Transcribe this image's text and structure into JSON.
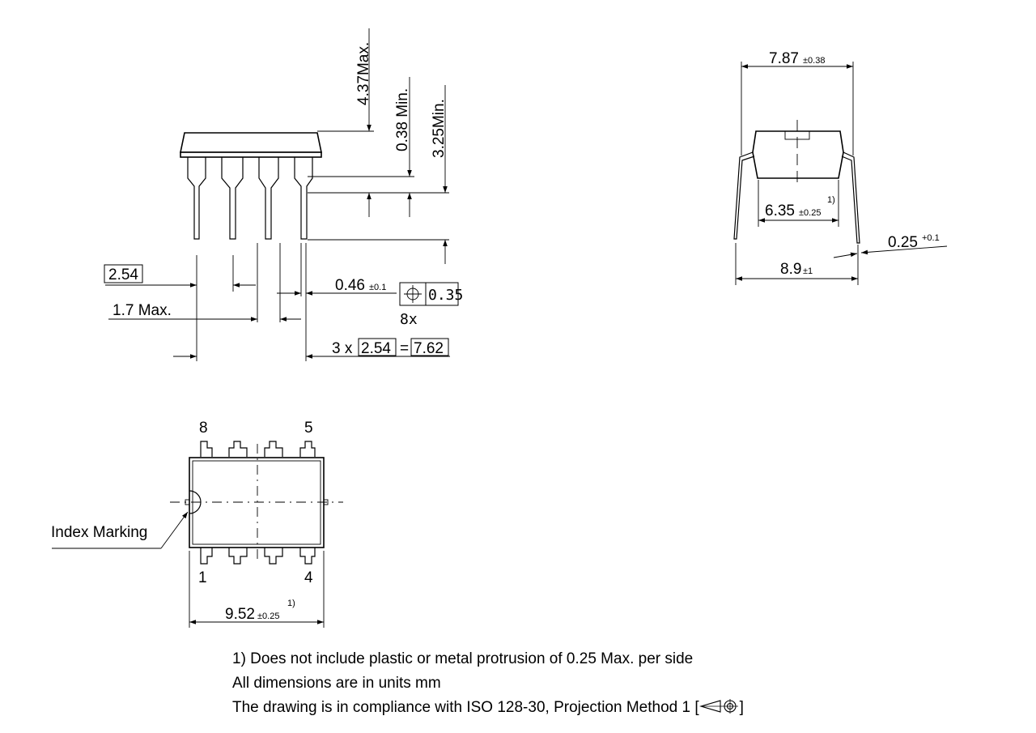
{
  "side_view": {
    "dim_height_max": "4.37Max.",
    "dim_standoff": "0.38 Min.",
    "dim_lead_len": "3.25Min.",
    "dim_pitch": "2.54",
    "dim_shoulder": "1.7 Max.",
    "dim_lead_width": "0.46",
    "dim_lead_width_tol": "±0.1",
    "position_tol": "0.35",
    "position_count": "8x",
    "span_prefix": "3 x",
    "span_pitch": "2.54",
    "span_eq": "=",
    "span_total": "7.62"
  },
  "end_view": {
    "width": "7.87",
    "width_tol": "±0.38",
    "body_width": "6.35",
    "body_width_tol": "±0.25",
    "body_width_note": "1)",
    "lead_thk": "0.25",
    "lead_thk_tol": "+0.1",
    "spread": "8.9",
    "spread_tol": "±1"
  },
  "top_view": {
    "pin_8": "8",
    "pin_5": "5",
    "pin_1": "1",
    "pin_4": "4",
    "index_label": "Index Marking",
    "length": "9.52",
    "length_tol": "±0.25",
    "length_note": "1)"
  },
  "notes": {
    "line1": "1) Does not include plastic or metal protrusion of 0.25 Max. per side",
    "line2": "All dimensions are in units mm",
    "line3_prefix": "The drawing is in compliance with ISO 128-30, Projection Method 1 [",
    "line3_suffix": "]"
  }
}
